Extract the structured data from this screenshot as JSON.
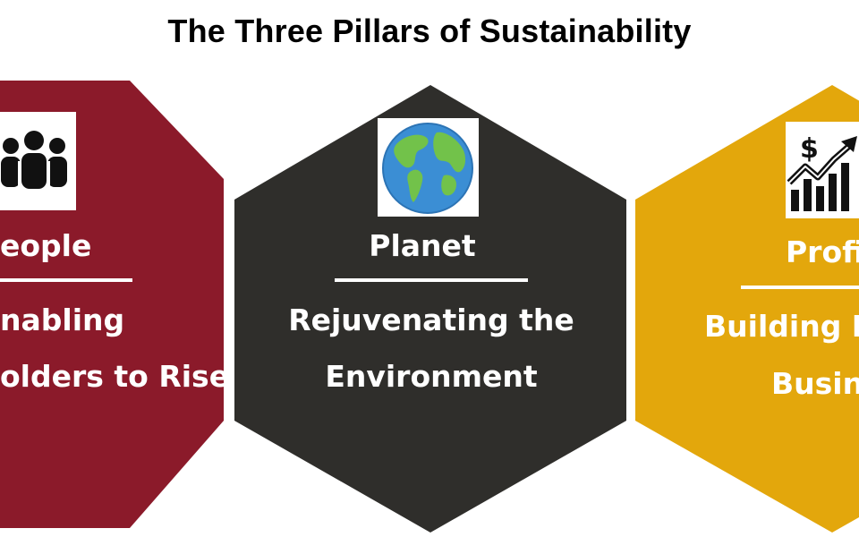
{
  "title": "The Three Pillars of Sustainability",
  "pillars": [
    {
      "heading": "eople",
      "lines": [
        "nabling",
        "olders to Rise"
      ],
      "color": "#8b1a2a",
      "icon": "people-icon"
    },
    {
      "heading": "Planet",
      "lines": [
        "Rejuvenating the",
        "Environment"
      ],
      "color": "#2f2e2b",
      "icon": "globe-icon"
    },
    {
      "heading": "Profi",
      "lines": [
        "Building En",
        "Busin"
      ],
      "color": "#e3a70c",
      "icon": "profit-chart-icon"
    }
  ]
}
